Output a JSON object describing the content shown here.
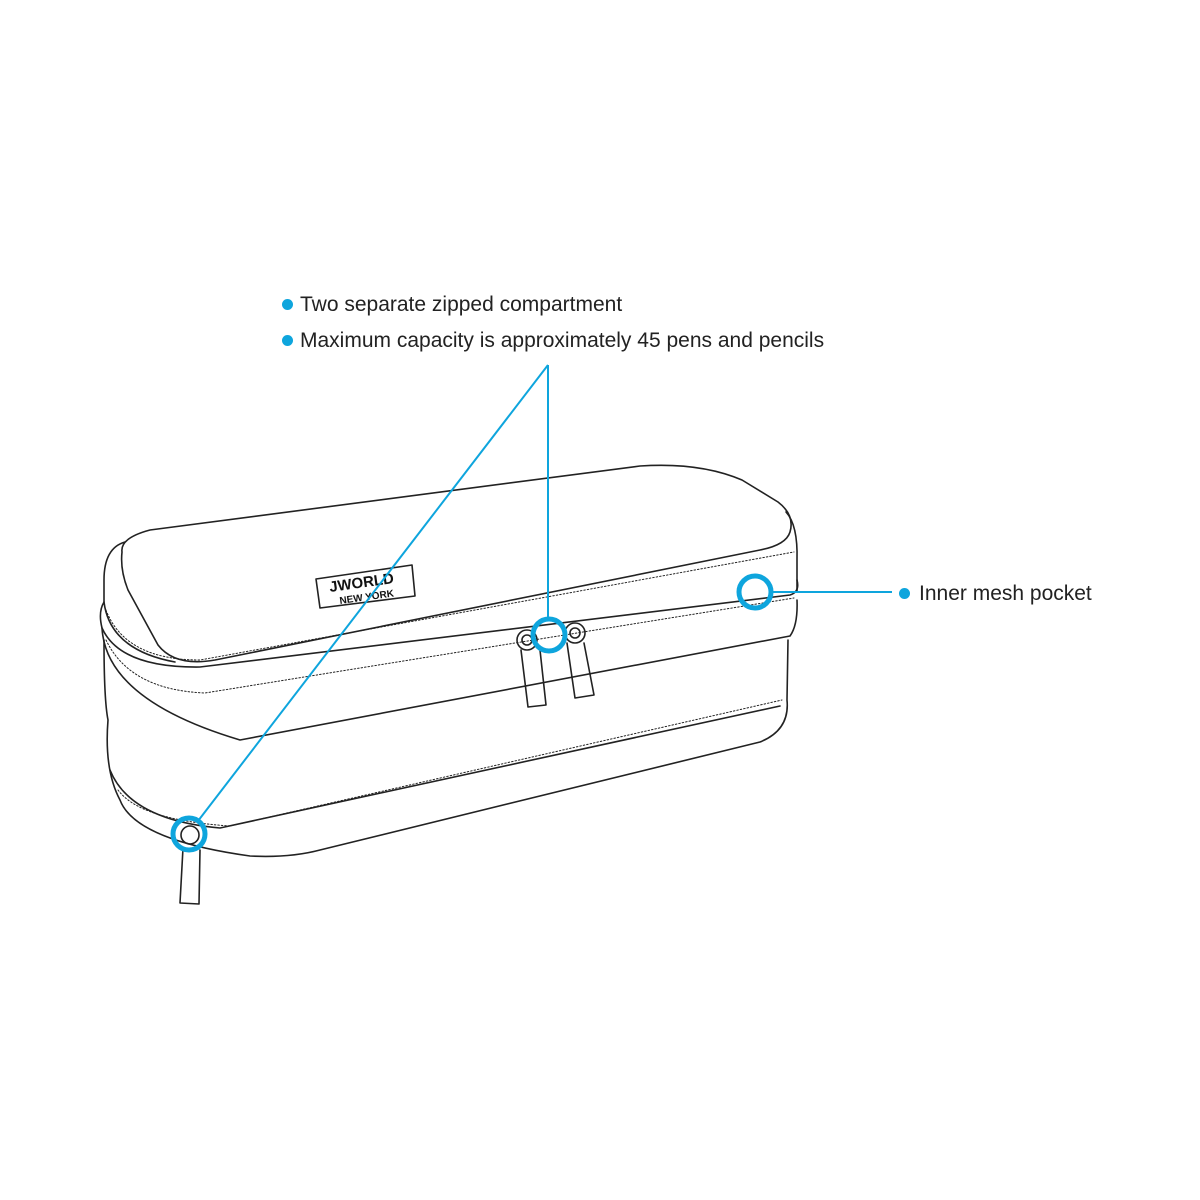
{
  "callouts": {
    "compartment": "Two separate zipped compartment",
    "capacity": "Maximum capacity is approximately 45 pens and pencils",
    "mesh_pocket": "Inner mesh pocket"
  },
  "logo": {
    "line1": "JWORLD",
    "line2": "NEW YORK"
  },
  "colors": {
    "accent": "#0ea5dd",
    "outline": "#222222"
  },
  "icons": [
    "bullet-dot-icon"
  ]
}
